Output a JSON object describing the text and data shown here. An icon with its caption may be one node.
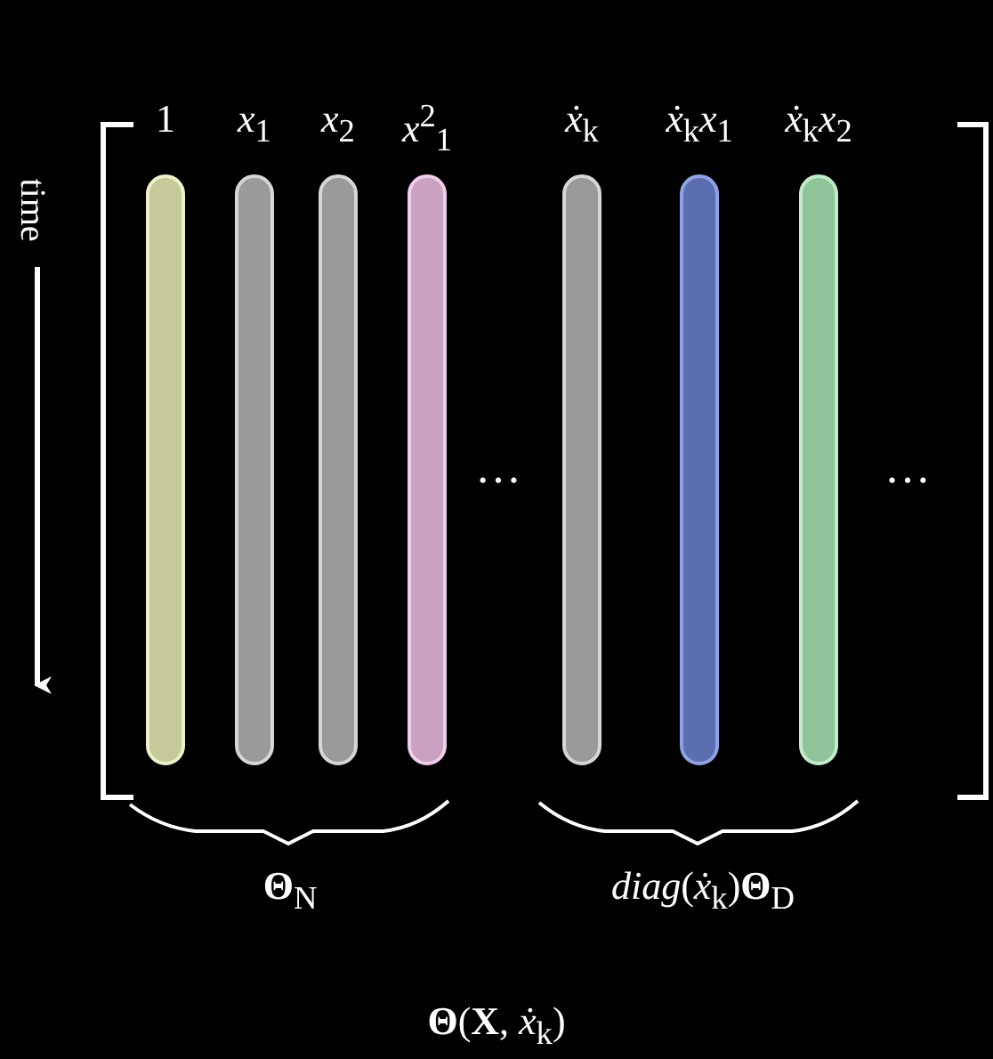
{
  "diagram": {
    "caption": "**Θ**(**X**, *ẋ*$_{k}$)",
    "nodes": [
      {
        "text": [],
        "shape": "bar",
        "beside": [
          "1"
        ]
      },
      {
        "text": [],
        "shape": "bar",
        "beside": [
          "*x*$_{1}$"
        ]
      },
      {
        "text": [],
        "shape": "bar",
        "beside": [
          "*x*$_{2}$"
        ]
      },
      {
        "text": [],
        "shape": "bar",
        "beside": [
          "*x*$^{2}$$_{1}$"
        ]
      },
      {
        "text": [],
        "shape": "bar",
        "beside": [
          "*ẋ*$_{k}$"
        ]
      },
      {
        "text": [],
        "shape": "bar",
        "beside": [
          "*ẋ*$_{k}$*x*$_{1}$"
        ]
      },
      {
        "text": [],
        "shape": "bar",
        "beside": [
          "*ẋ*$_{k}$*x*$_{2}$"
        ]
      }
    ],
    "edges": [],
    "labels": [
      "time",
      "…",
      "…",
      "**Θ**$_{N}$",
      "*diag*(*ẋ*$_{k}$)**Θ**$_{D}$"
    ]
  }
}
